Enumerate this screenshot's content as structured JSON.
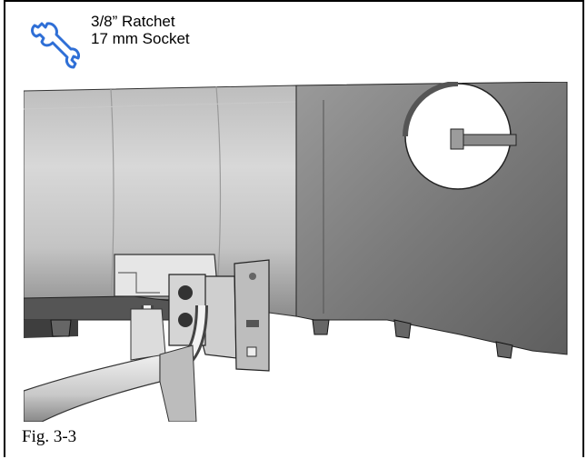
{
  "tools": {
    "icon": "wrench-icon",
    "icon_color": "#2f6fd6",
    "line1": "3/8” Ratchet",
    "line2": "17 mm Socket"
  },
  "figure": {
    "caption": "Fig. 3-3"
  }
}
